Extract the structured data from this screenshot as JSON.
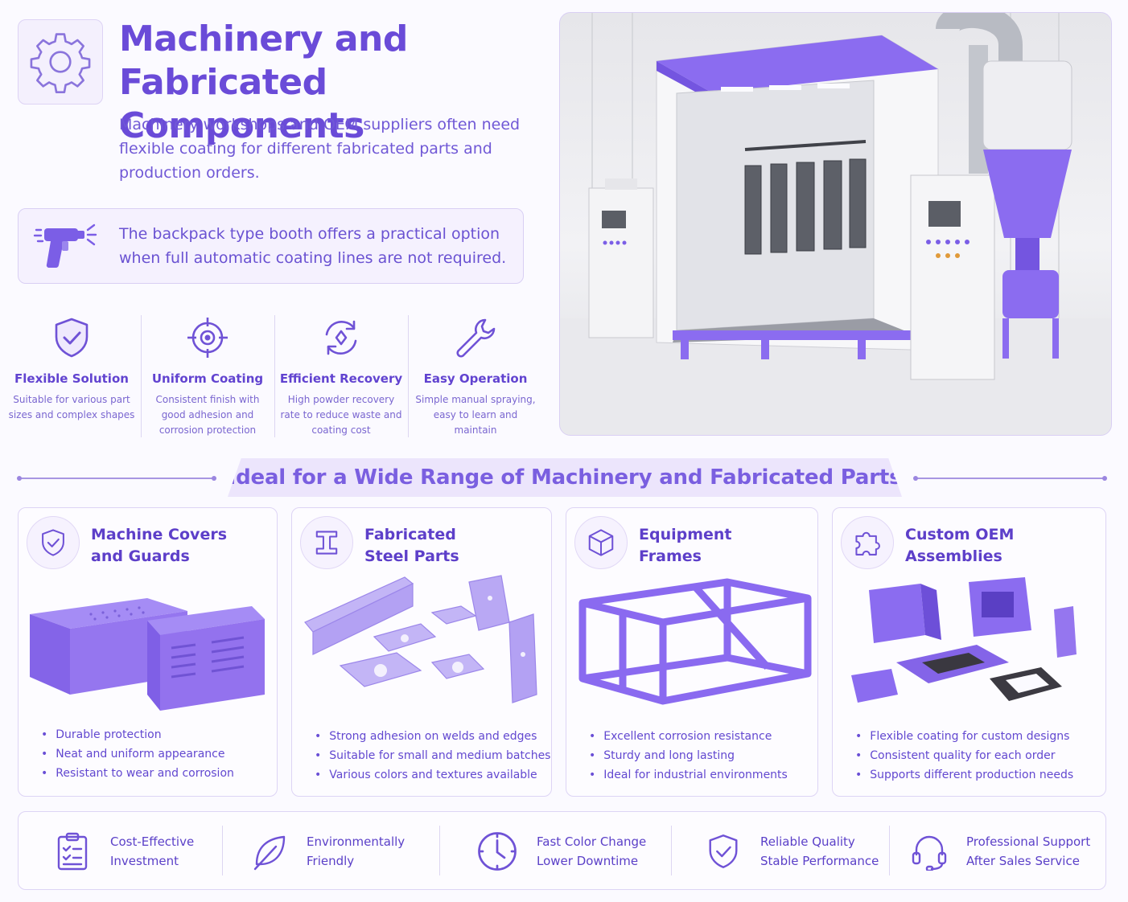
{
  "header": {
    "title_line1": "Machinery and",
    "title_line2": "Fabricated Components",
    "intro": "Machinery workshops and OEM suppliers often need flexible coating for different fabricated parts and production orders."
  },
  "callout": {
    "icon": "spray-gun-icon",
    "text": "The backpack type booth offers a practical option when full automatic coating lines are not required."
  },
  "features": [
    {
      "icon": "shield-check-icon",
      "title": "Flexible Solution",
      "desc": "Suitable for various part sizes and complex shapes"
    },
    {
      "icon": "target-icon",
      "title": "Uniform Coating",
      "desc": "Consistent finish with good adhesion and corrosion protection"
    },
    {
      "icon": "recycle-icon",
      "title": "Efficient Recovery",
      "desc": "High powder recovery rate to reduce waste and coating cost"
    },
    {
      "icon": "wrench-icon",
      "title": "Easy Operation",
      "desc": "Simple manual spraying, easy to learn and maintain"
    }
  ],
  "banner": {
    "text": "Ideal for a Wide Range of Machinery and Fabricated Parts"
  },
  "cards": [
    {
      "icon": "shield-check-icon",
      "title_line1": "Machine Covers",
      "title_line2": "and Guards",
      "bullets": [
        "Durable protection",
        "Neat and uniform appearance",
        "Resistant to wear and corrosion"
      ]
    },
    {
      "icon": "i-beam-icon",
      "title_line1": "Fabricated",
      "title_line2": "Steel Parts",
      "bullets": [
        "Strong adhesion on welds and edges",
        "Suitable for small and medium batches",
        "Various colors and textures available"
      ]
    },
    {
      "icon": "cube-icon",
      "title_line1": "Equipment",
      "title_line2": "Frames",
      "bullets": [
        "Excellent corrosion resistance",
        "Sturdy and long lasting",
        "Ideal for industrial environments"
      ]
    },
    {
      "icon": "puzzle-icon",
      "title_line1": "Custom OEM",
      "title_line2": "Assemblies",
      "bullets": [
        "Flexible coating for custom designs",
        "Consistent quality for each order",
        "Supports different production needs"
      ]
    }
  ],
  "bottom": [
    {
      "icon": "clipboard-icon",
      "line1": "Cost-Effective",
      "line2": "Investment"
    },
    {
      "icon": "leaf-icon",
      "line1": "Environmentally",
      "line2": "Friendly"
    },
    {
      "icon": "clock-icon",
      "line1": "Fast Color Change",
      "line2": "Lower Downtime"
    },
    {
      "icon": "shield-check-icon",
      "line1": "Reliable Quality",
      "line2": "Stable Performance"
    },
    {
      "icon": "headset-icon",
      "line1": "Professional Support",
      "line2": "After Sales Service"
    }
  ],
  "colors": {
    "accent": "#6a4bd8",
    "accent_light": "#ece5fc",
    "part_purple": "#8b6cf0",
    "border": "#ddd4f5"
  }
}
